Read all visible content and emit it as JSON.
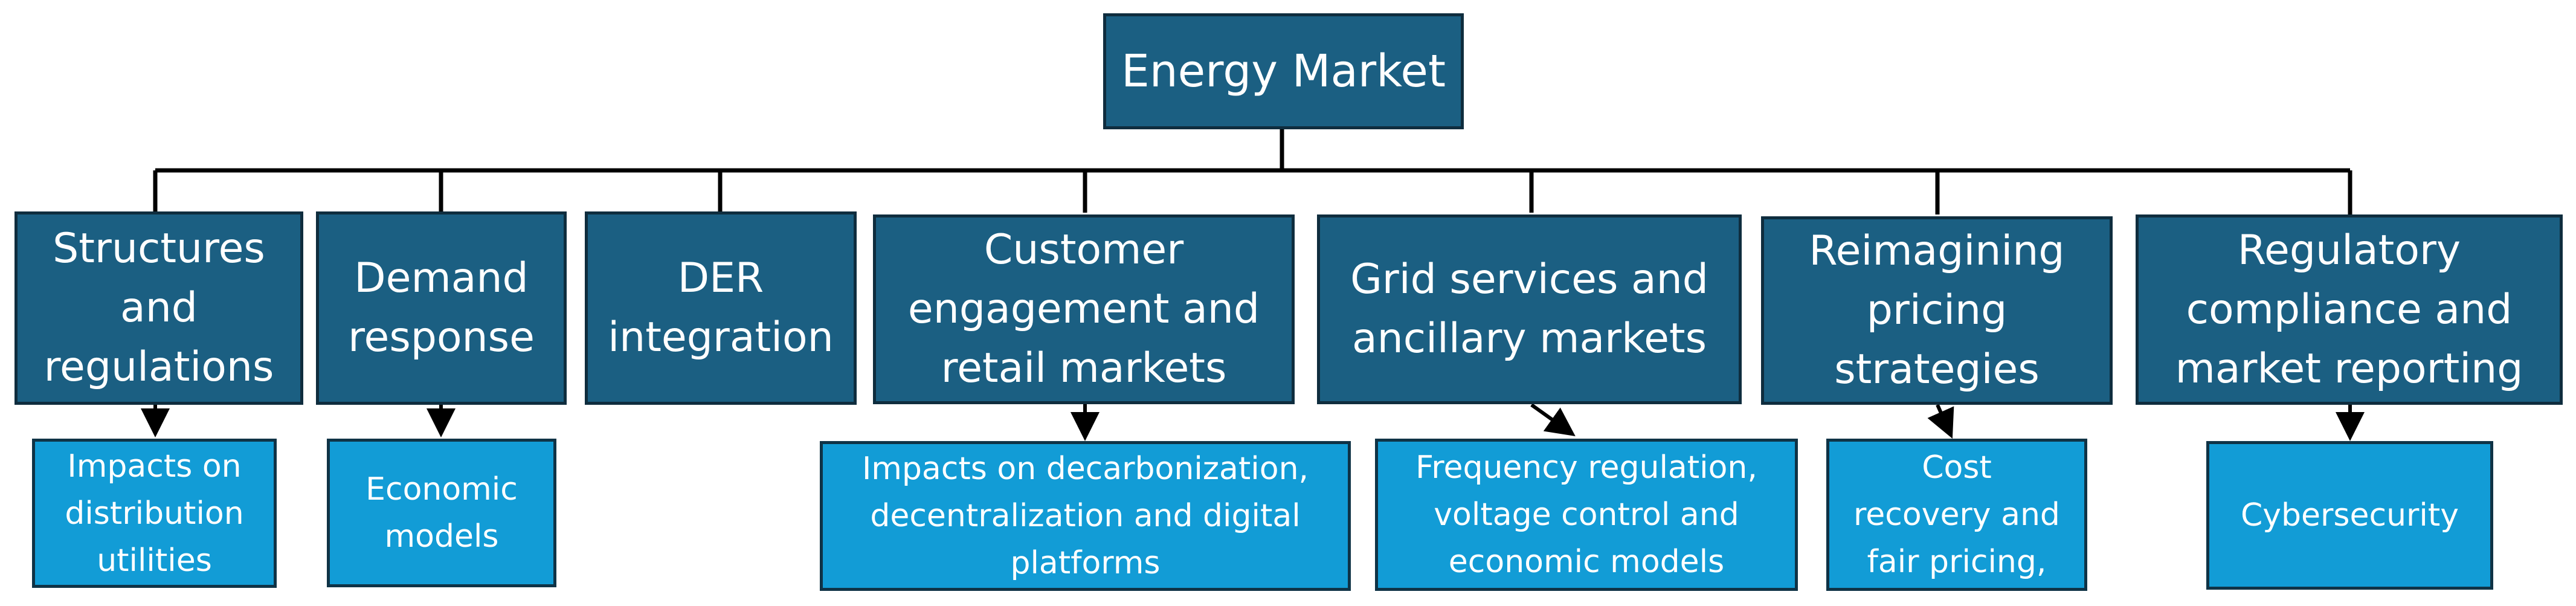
{
  "root": {
    "label": "Energy Market"
  },
  "categories": [
    {
      "label": "Structures\nand\nregulations",
      "child": "Impacts on\ndistribution\nutilities"
    },
    {
      "label": "Demand\nresponse",
      "child": "Economic\nmodels"
    },
    {
      "label": "DER\nintegration",
      "child": null
    },
    {
      "label": "Customer\nengagement and\nretail markets",
      "child": "Impacts on decarbonization,\ndecentralization and digital\nplatforms"
    },
    {
      "label": "Grid services and\nancillary markets",
      "child": "Frequency regulation,\nvoltage control and\neconomic models"
    },
    {
      "label": "Reimagining\npricing\nstrategies",
      "child": "Cost\nrecovery and\nfair pricing,"
    },
    {
      "label": "Regulatory\ncompliance and\nmarket reporting",
      "child": "Cybersecurity"
    }
  ],
  "colors": {
    "category_fill": "#1b5f82",
    "subtopic_fill": "#129cd6",
    "border": "#0f2d3e",
    "connector": "#000000"
  }
}
